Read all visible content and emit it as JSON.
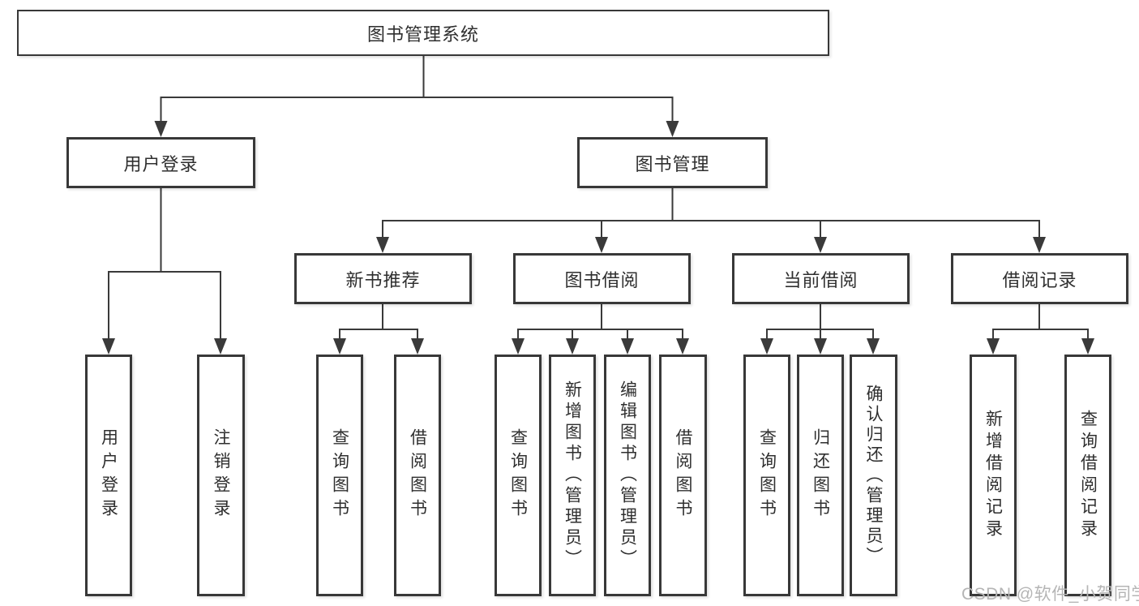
{
  "tree": {
    "label": "图书管理系统",
    "children": [
      {
        "label": "用户登录",
        "children": [
          {
            "label": "用户登录"
          },
          {
            "label": "注销登录"
          }
        ]
      },
      {
        "label": "图书管理",
        "children": [
          {
            "label": "新书推荐",
            "children": [
              {
                "label": "查询图书"
              },
              {
                "label": "借阅图书"
              }
            ]
          },
          {
            "label": "图书借阅",
            "children": [
              {
                "label": "查询图书"
              },
              {
                "label": "新增图书（管理员）"
              },
              {
                "label": "编辑图书（管理员）"
              },
              {
                "label": "借阅图书"
              }
            ]
          },
          {
            "label": "当前借阅",
            "children": [
              {
                "label": "查询图书"
              },
              {
                "label": "归还图书"
              },
              {
                "label": "确认归还（管理员）"
              }
            ]
          },
          {
            "label": "借阅记录",
            "children": [
              {
                "label": "新增借阅记录"
              },
              {
                "label": "查询借阅记录"
              }
            ]
          }
        ]
      }
    ]
  },
  "watermark": {
    "text": "CSDN @软件_小贺同学"
  },
  "colors": {
    "line": "#3a3a3a",
    "box_border": "#383838",
    "text": "#2f2f2f",
    "watermark": "#b5b5b5",
    "background": "#ffffff"
  }
}
